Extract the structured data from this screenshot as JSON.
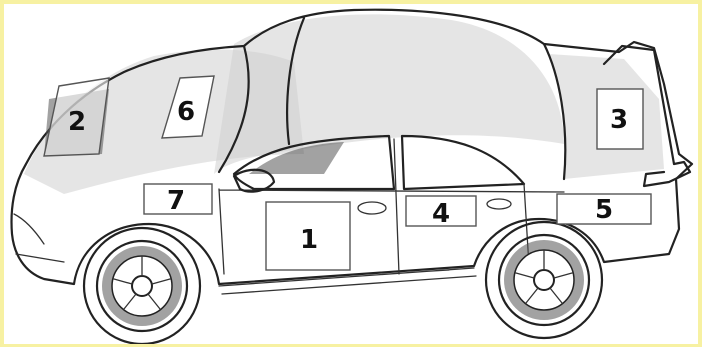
{
  "diagram": {
    "panels": [
      {
        "id": "p1",
        "label": "1"
      },
      {
        "id": "p2",
        "label": "2"
      },
      {
        "id": "p3",
        "label": "3"
      },
      {
        "id": "p4",
        "label": "4"
      },
      {
        "id": "p5",
        "label": "5"
      },
      {
        "id": "p6",
        "label": "6"
      },
      {
        "id": "p7",
        "label": "7"
      }
    ]
  },
  "colors": {
    "border": "#f7f1a2",
    "ink": "#222222",
    "panel_fill": "#ffffff"
  }
}
